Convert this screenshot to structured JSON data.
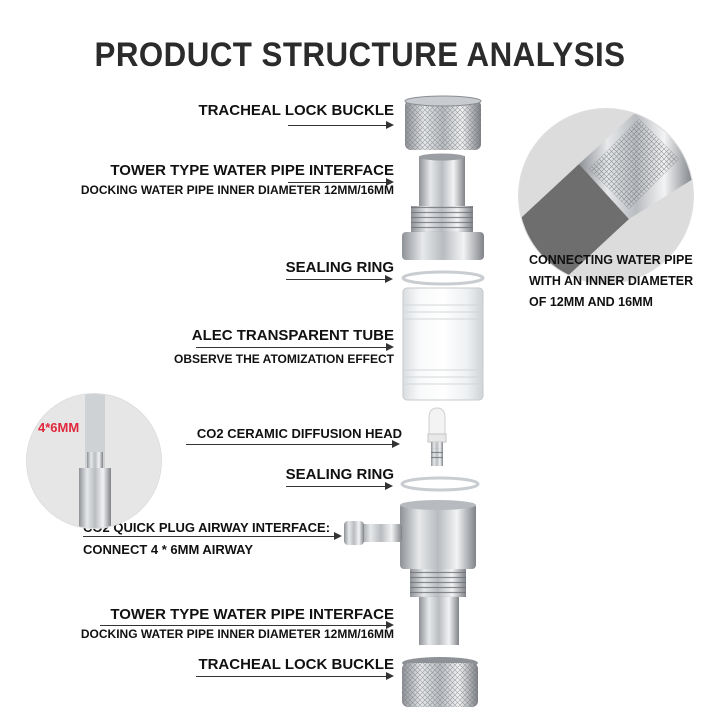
{
  "title": "PRODUCT STRUCTURE ANALYSIS",
  "labels": {
    "top_buckle": "TRACHEAL LOCK BUCKLE",
    "top_interface": "TOWER TYPE WATER PIPE INTERFACE",
    "top_interface_sub": "DOCKING WATER PIPE INNER DIAMETER 12MM/16MM",
    "sealing_ring_1": "SEALING RING",
    "tube": "ALEC TRANSPARENT TUBE",
    "tube_sub": "OBSERVE THE ATOMIZATION EFFECT",
    "ceramic_head": "CO2 CERAMIC DIFFUSION HEAD",
    "sealing_ring_2": "SEALING RING",
    "quick_plug": "CO2 QUICK PLUG AIRWAY INTERFACE:",
    "quick_plug_sub": "CONNECT 4 * 6MM AIRWAY",
    "bottom_interface": "TOWER TYPE WATER PIPE INTERFACE",
    "bottom_interface_sub": "DOCKING WATER PIPE INNER DIAMETER 12MM/16MM",
    "bottom_buckle": "TRACHEAL LOCK BUCKLE"
  },
  "callouts": {
    "pipe_text": [
      "CONNECTING WATER PIPE",
      "WITH AN INNER DIAMETER",
      "OF 12MM AND 16MM"
    ],
    "airway_size": "4*6MM"
  },
  "colors": {
    "title": "#2b2b2b",
    "metal": "#c9ccd0",
    "airway_size": "#e0283c",
    "pipe": "#6e6e6e"
  }
}
